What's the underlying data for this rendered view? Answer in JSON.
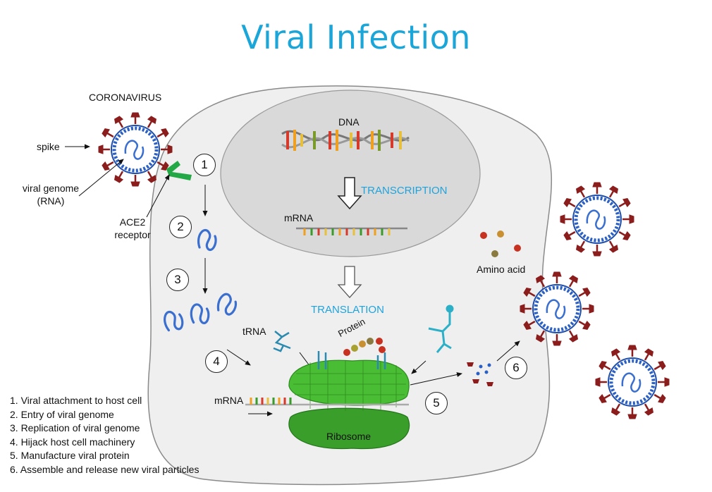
{
  "title": "Viral Infection",
  "labels": {
    "coronavirus": "CORONAVIRUS",
    "spike": "spike",
    "viral_genome_line1": "viral genome",
    "viral_genome_line2": "(RNA)",
    "ace2_line1": "ACE2",
    "ace2_line2": "receptor",
    "dna": "DNA",
    "transcription": "TRANSCRIPTION",
    "mrna_nucleus": "mRNA",
    "translation": "TRANSLATION",
    "trna": "tRNA",
    "protein": "Protein",
    "mrna_ribosome": "mRNA",
    "ribosome": "Ribosome",
    "amino_acid": "Amino acid"
  },
  "step_numbers": [
    "1",
    "2",
    "3",
    "4",
    "5",
    "6"
  ],
  "steps": [
    "1.  Viral attachment to host cell",
    "2.  Entry of viral genome",
    "3.  Replication of viral genome",
    "4.  Hijack host cell machinery",
    "5.  Manufacture viral protein",
    "6.  Assemble and release new viral particles"
  ],
  "colors": {
    "title": "#1aa6d8",
    "label_accent": "#1fa3dc",
    "cell_fill": "#efefef",
    "nucleus_fill": "#d8d8d8",
    "virus_spike": "#8b1d1d",
    "virus_shell": "#1f4fa8",
    "rna": "#3a6fd0",
    "ribosome": "#3fb52a",
    "receptor": "#22a844"
  },
  "icons": {
    "virus": "coronavirus-icon",
    "receptor": "ace2-receptor-icon",
    "dna": "dna-helix-icon",
    "mrna": "mrna-strand-icon",
    "trna": "trna-icon",
    "ribosome": "ribosome-icon",
    "protein": "protein-chain-icon",
    "amino_acid": "amino-acid-icon"
  }
}
